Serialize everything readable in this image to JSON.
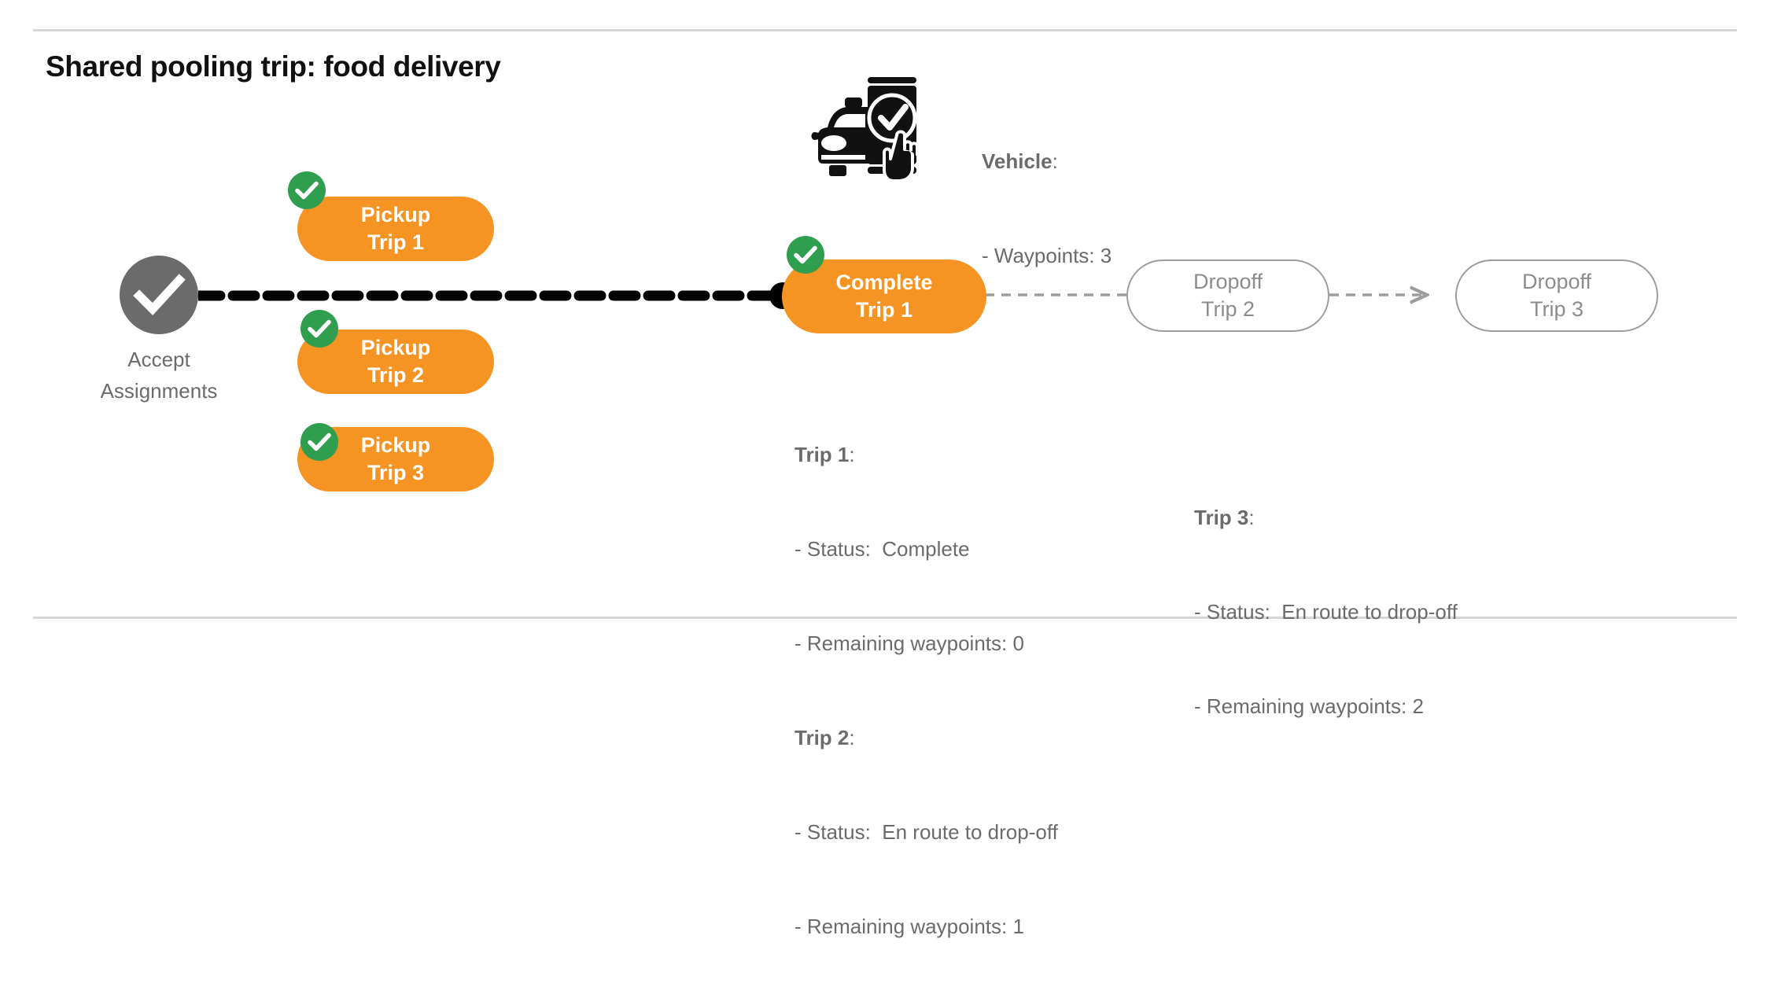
{
  "slide": {
    "title": "Shared pooling trip: food delivery",
    "colors": {
      "orange": "#f59422",
      "green": "#2f9e4f",
      "gray": "#6b6b6b",
      "outline_gray": "#9d9d9d",
      "rule_gray": "#d6d6d6",
      "black": "#000000",
      "white": "#ffffff"
    }
  },
  "start_node": {
    "label": "Accept\nAssignments",
    "icon": "check-circle-icon"
  },
  "pickups": [
    {
      "line1": "Pickup",
      "line2": "Trip 1",
      "label": "Pickup\nTrip 1",
      "completed": true
    },
    {
      "line1": "Pickup",
      "line2": "Trip 2",
      "label": "Pickup\nTrip 2",
      "completed": true
    },
    {
      "line1": "Pickup",
      "line2": "Trip 3",
      "label": "Pickup\nTrip 3",
      "completed": true
    }
  ],
  "stages": [
    {
      "line1": "Complete",
      "line2": "Trip 1",
      "label": "Complete\nTrip 1",
      "state": "done",
      "completed": true
    },
    {
      "line1": "Dropoff",
      "line2": "Trip 2",
      "label": "Dropoff\nTrip 2",
      "state": "pending",
      "completed": false
    },
    {
      "line1": "Dropoff",
      "line2": "Trip 3",
      "label": "Dropoff\nTrip 3",
      "state": "pending",
      "completed": false
    }
  ],
  "vehicle": {
    "icon": "car-phone-check-icon",
    "heading": "Vehicle",
    "heading_suffix": ":",
    "detail": "- Waypoints: 3"
  },
  "trip_details": [
    {
      "heading": "Trip 1",
      "heading_suffix": ":",
      "status": "- Status:  Complete",
      "waypoints": "- Remaining waypoints: 0"
    },
    {
      "heading": "Trip 2",
      "heading_suffix": ":",
      "status": "- Status:  En route to drop-off",
      "waypoints": "- Remaining waypoints: 1"
    },
    {
      "heading": "Trip 3",
      "heading_suffix": ":",
      "status": "- Status:  En route to drop-off",
      "waypoints": "- Remaining waypoints: 2"
    }
  ]
}
